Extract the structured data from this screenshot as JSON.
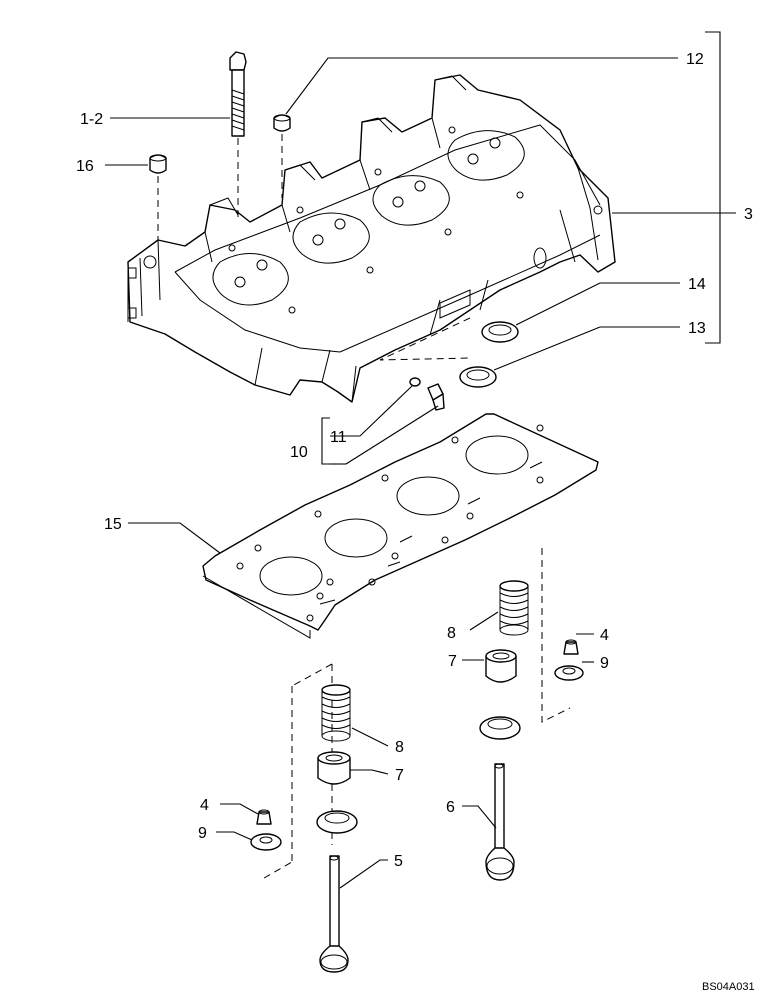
{
  "callouts": {
    "c1_2": "1-2",
    "c12": "12",
    "c16": "16",
    "c3": "3",
    "c14": "14",
    "c13": "13",
    "c11": "11",
    "c10": "10",
    "c15": "15",
    "c8_right": "8",
    "c4_right": "4",
    "c7_right": "7",
    "c9_right": "9",
    "c8_left": "8",
    "c7_left": "7",
    "c4_left": "4",
    "c9_left": "9",
    "c6": "6",
    "c5": "5"
  },
  "reference_code": "BS04A031"
}
